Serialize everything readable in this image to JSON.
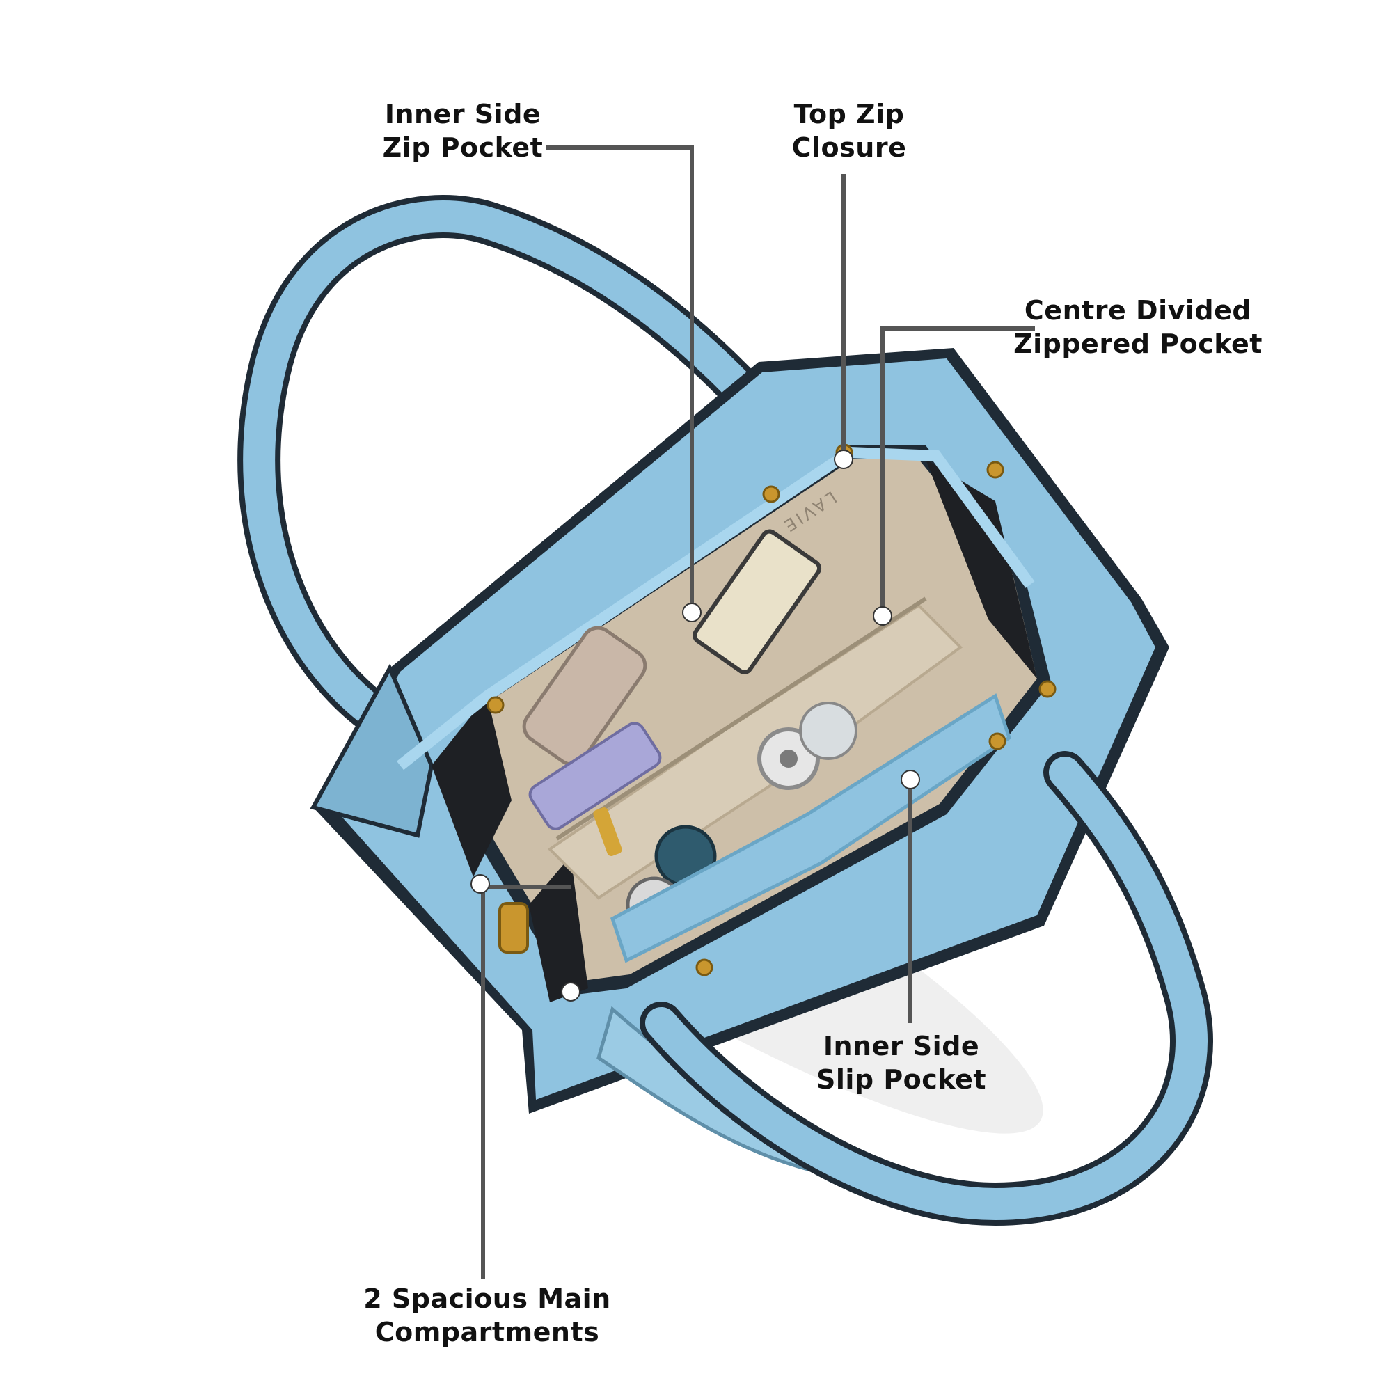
{
  "callouts": {
    "inner_side_zip_pocket": {
      "line1": "Inner Side",
      "line2": "Zip Pocket"
    },
    "top_zip_closure": {
      "line1": "Top Zip",
      "line2": "Closure"
    },
    "centre_divided_zippered_pocket": {
      "line1": "Centre Divided",
      "line2": "Zippered Pocket"
    },
    "inner_side_slip_pocket": {
      "line1": "Inner Side",
      "line2": "Slip Pocket"
    },
    "main_compartments": {
      "line1": "2 Spacious Main",
      "line2": "Compartments"
    }
  },
  "brand_print": "LAVIE",
  "colors": {
    "bag_body": "#8fc3e0",
    "bag_trim": "#1f2b36",
    "lining": "#cdbfa9",
    "leader_line": "#555555",
    "marker_dot": "#ffffff"
  }
}
